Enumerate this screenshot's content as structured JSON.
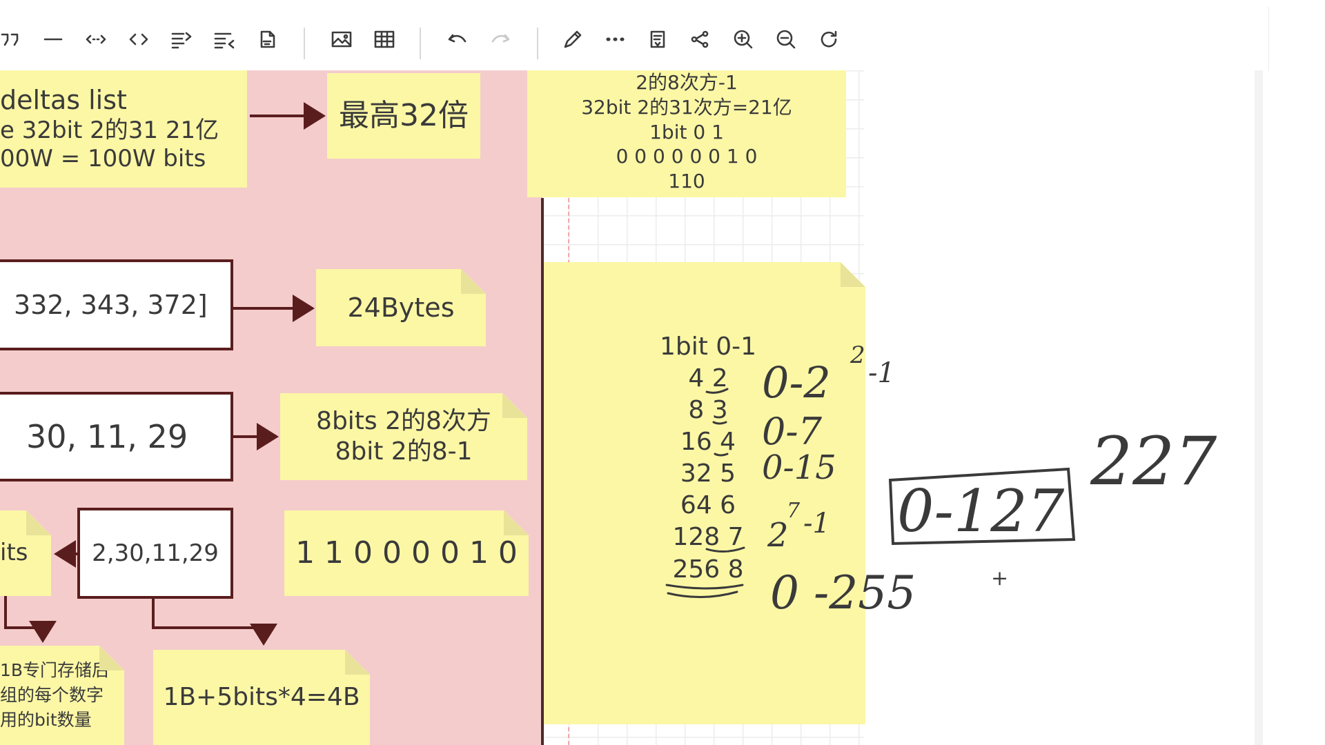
{
  "toolbar": {
    "icons": [
      "quote-icon",
      "horizontal-rule-icon",
      "arrows-horizontal-icon",
      "code-icon",
      "list-indent-icon",
      "list-outdent-icon",
      "export-doc-icon",
      "image-icon",
      "table-icon",
      "undo-icon",
      "redo-icon",
      "pen-icon",
      "more-icon",
      "ppt-icon",
      "share-icon",
      "zoom-in-icon",
      "zoom-out-icon",
      "refresh-icon"
    ]
  },
  "notes": {
    "deltas": {
      "line1": "deltas list",
      "line2": "e 32bit  2的31 21亿",
      "line3": "00W = 100W bits"
    },
    "max32": "最高32倍",
    "top_right": {
      "line1": "2的8次方-1",
      "line2": "32bit 2的31次方=21亿",
      "line3": "1bit 0 1",
      "line4": "0 0 0 0 0 0 1 0",
      "line5": "110"
    },
    "bytes24": "24Bytes",
    "bits8": {
      "line1": "8bits 2的8次方",
      "line2": "8bit  2的8-1"
    },
    "binary": "1 1 0 0 0 0 1 0",
    "bits_left": "its",
    "bottom_left": {
      "line1": "1B专门存储后",
      "line2": "组的每个数字",
      "line3": "用的bit数量"
    },
    "formula": "1B+5bits*4=4B",
    "big_note": {
      "header": "1bit  0-1",
      "rows": [
        "4 2",
        "8 3",
        "16 4",
        "32 5",
        "64 6",
        "128 7",
        "256 8"
      ]
    }
  },
  "boxes": {
    "row1": "332,  343,  372]",
    "row2": "30,  11,  29",
    "row3": "2,30,11,29"
  },
  "handwriting": {
    "a1": "0-2",
    "a1_exp": "2",
    "a1_tail": "-1",
    "a2": "0-7",
    "a3": "0-15",
    "a4": "2",
    "a4_exp": "7",
    "a4_tail": "-1",
    "boxed": "0-127",
    "side": "227",
    "bottom": "0 -255",
    "plus": "+"
  }
}
